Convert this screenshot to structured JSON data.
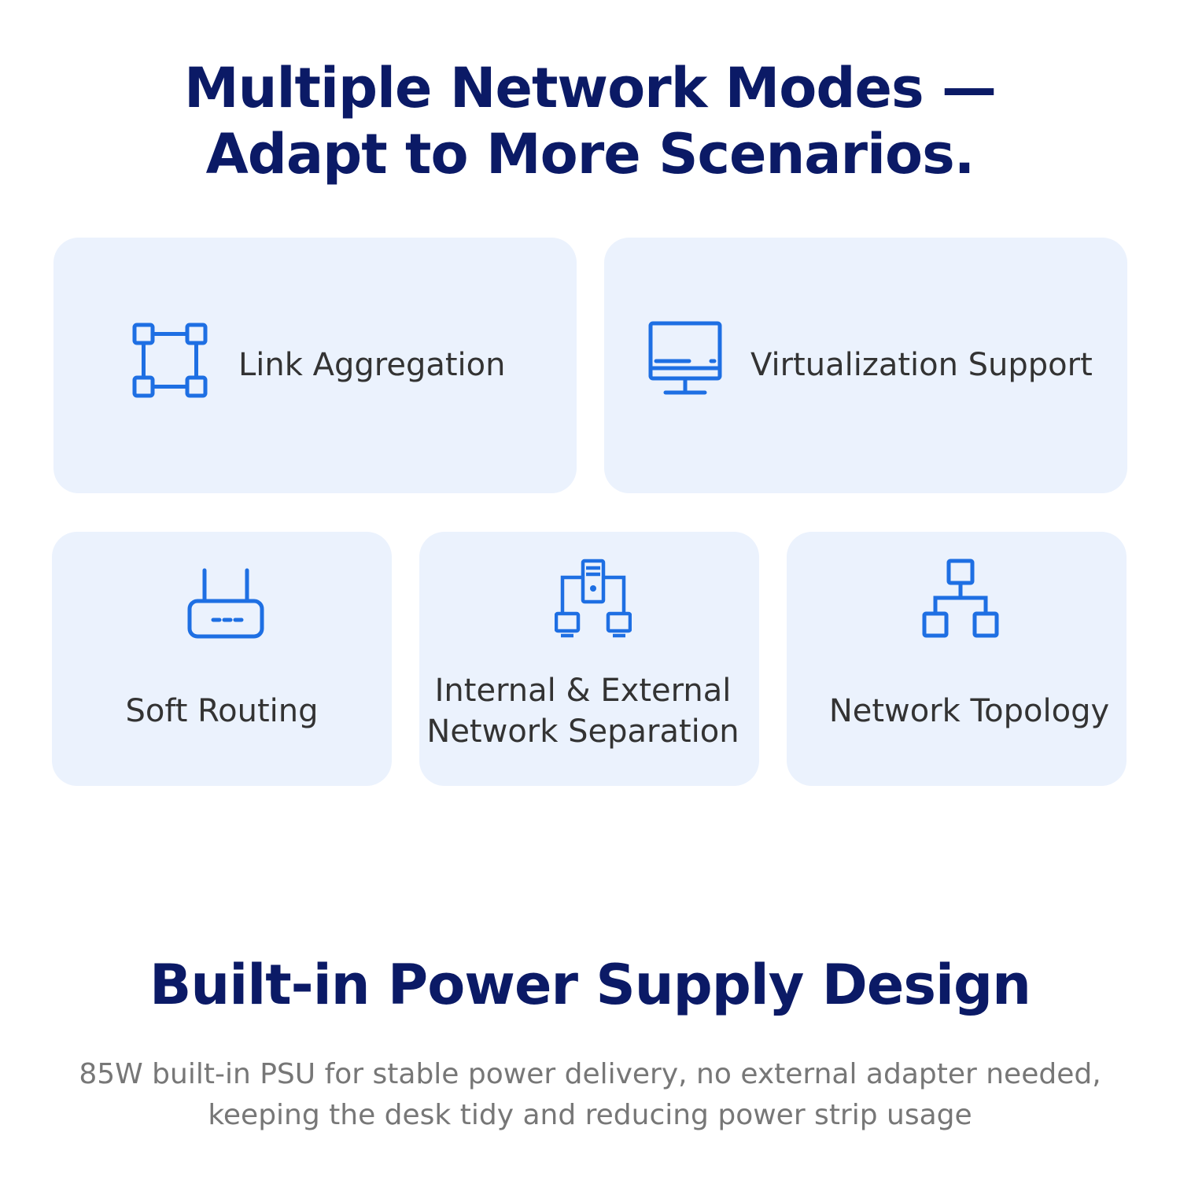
{
  "section1": {
    "title_line1": "Multiple Network Modes —",
    "title_line2": "Adapt to More Scenarios."
  },
  "features": {
    "link_aggregation": {
      "label": "Link Aggregation",
      "icon": "link-aggregation-icon"
    },
    "virtualization": {
      "label": "Virtualization Support",
      "icon": "monitor-icon"
    },
    "soft_routing": {
      "label": "Soft Routing",
      "icon": "router-icon"
    },
    "separation": {
      "label_line1": "Internal & External",
      "label_line2": "Network Separation",
      "icon": "network-separation-icon"
    },
    "topology": {
      "label": "Network Topology",
      "icon": "network-topology-icon"
    }
  },
  "section2": {
    "title": "Built-in Power Supply Design",
    "desc_line1": "85W built-in PSU for stable power delivery, no external adapter needed,",
    "desc_line2": "keeping the desk tidy and reducing power strip usage"
  },
  "colors": {
    "heading": "#0b1a66",
    "card_bg": "#ebf2fd",
    "icon": "#1e6fe3",
    "label": "#333333",
    "desc": "#777777"
  }
}
